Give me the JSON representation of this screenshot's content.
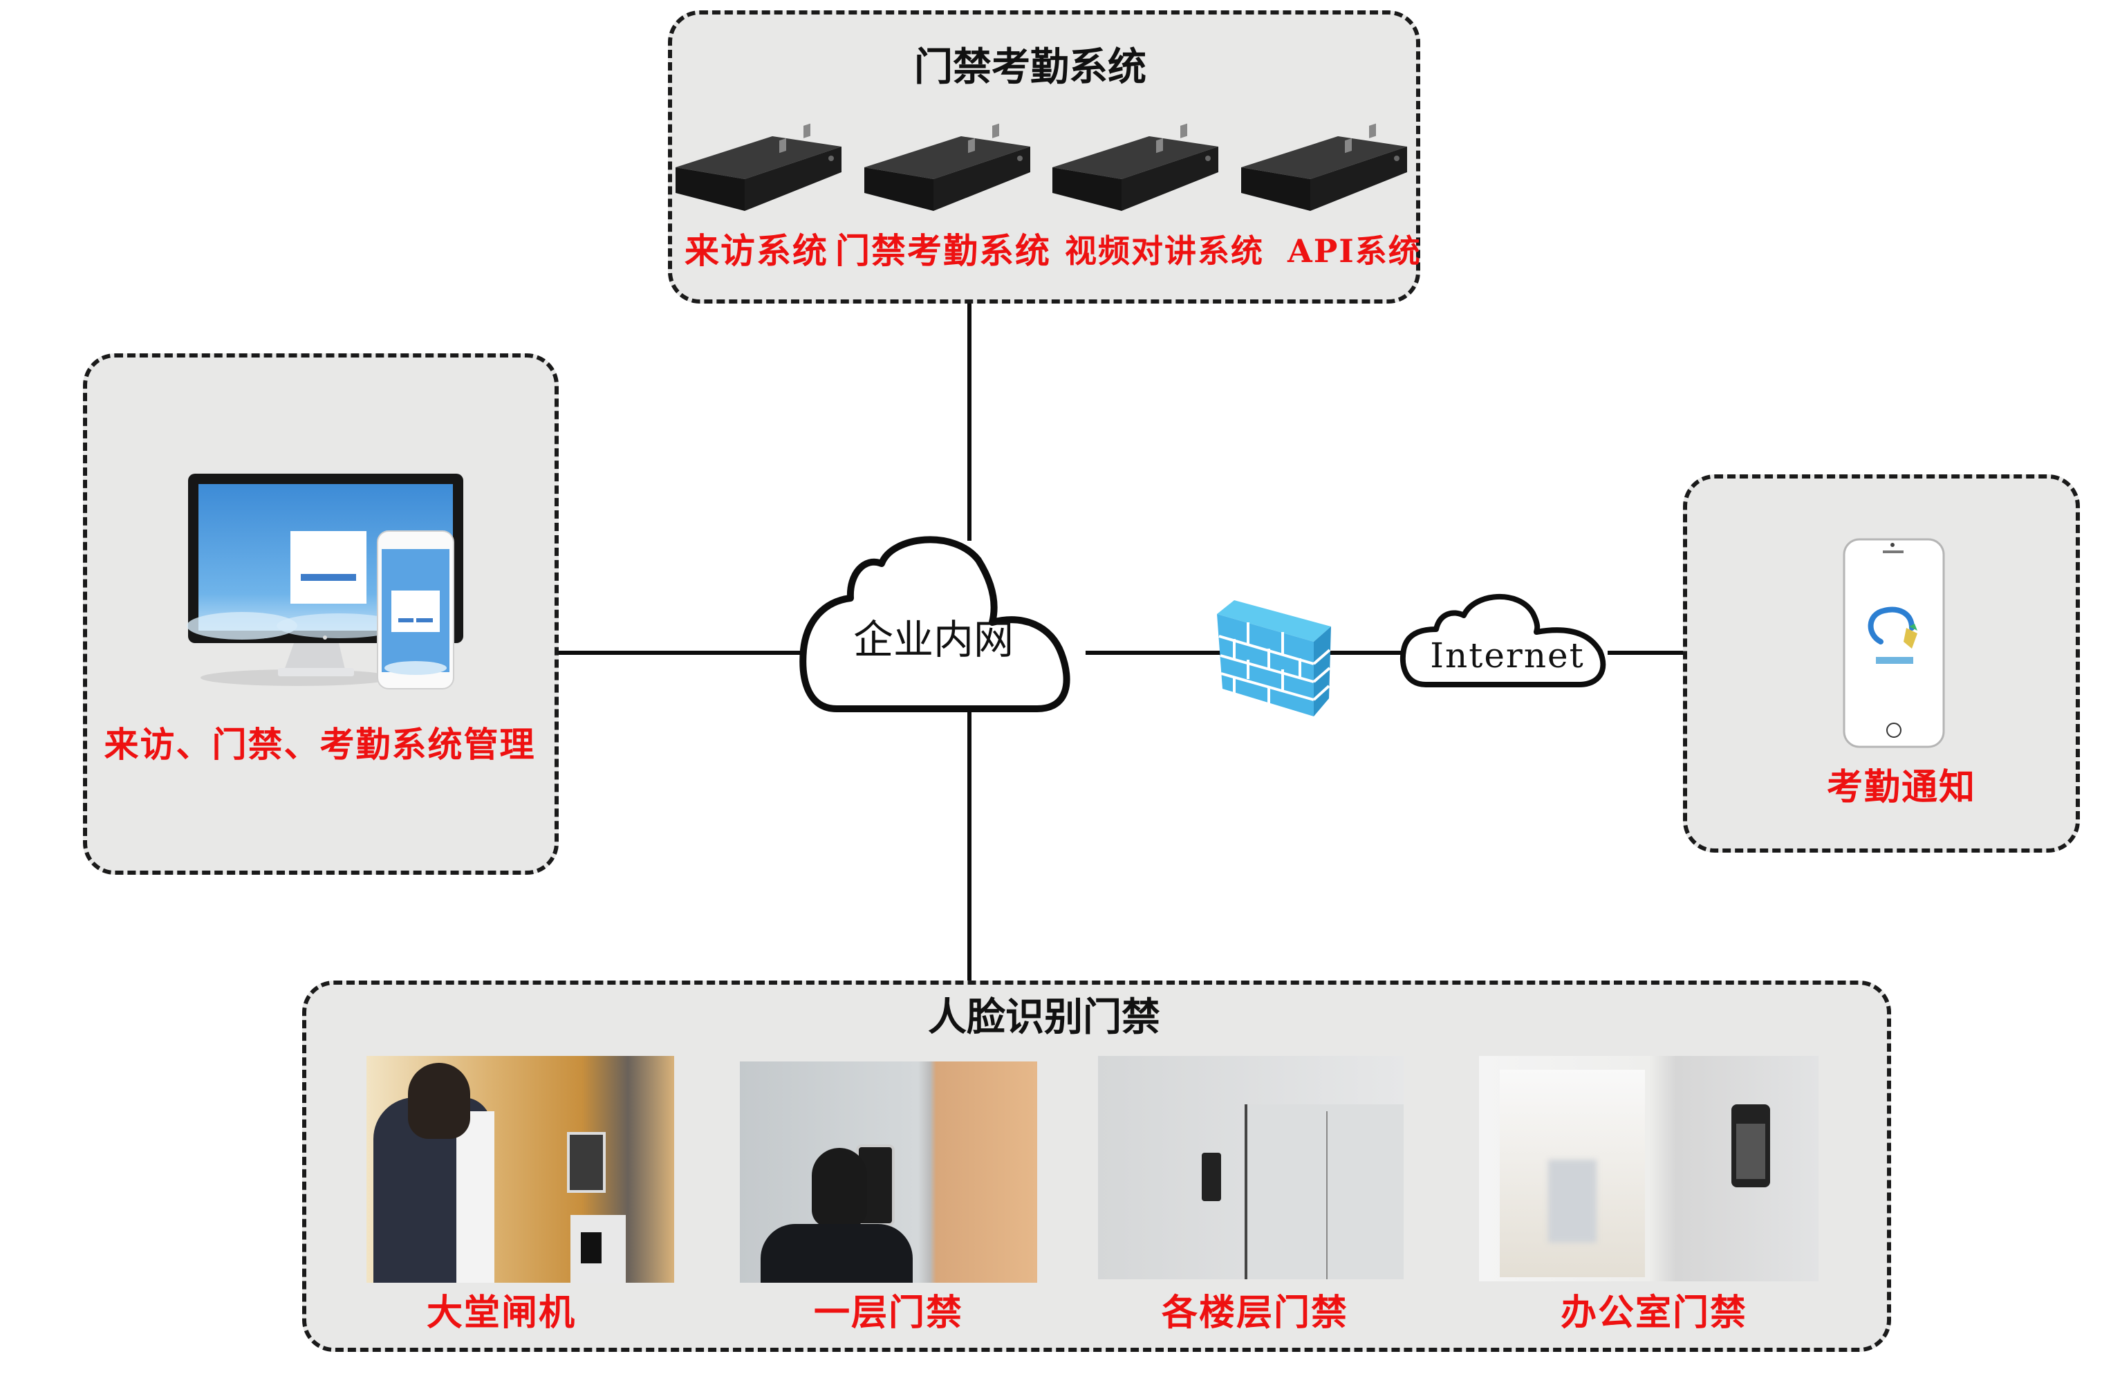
{
  "colors": {
    "panel_bg": "#e8e8e7",
    "label_red": "#ee1111",
    "line": "#0d0d0d",
    "firewall_blue": "#3fb2e6",
    "screen_blue": "#4a97db"
  },
  "top_panel": {
    "title": "门禁考勤系统",
    "devices": [
      {
        "label": "来访系统",
        "icon": "server-icon"
      },
      {
        "label": "门禁考勤系统",
        "icon": "server-icon"
      },
      {
        "label": "视频对讲系统",
        "icon": "server-icon"
      },
      {
        "label": "API系统",
        "icon": "server-icon"
      }
    ]
  },
  "left_panel": {
    "label": "来访、门禁、考勤系统管理",
    "icons": [
      "desktop-monitor-icon",
      "smartphone-icon"
    ]
  },
  "center": {
    "intranet_label": "企业内网",
    "firewall_icon": "firewall-icon",
    "internet_label": "Internet"
  },
  "right_panel": {
    "label": "考勤通知",
    "icon": "smartphone-app-icon"
  },
  "bottom_panel": {
    "title": "人脸识别门禁",
    "photos": [
      {
        "label": "大堂闸机",
        "scene": "lobby-turnstile-photo"
      },
      {
        "label": "一层门禁",
        "scene": "first-floor-access-photo"
      },
      {
        "label": "各楼层门禁",
        "scene": "floor-access-photo"
      },
      {
        "label": "办公室门禁",
        "scene": "office-access-photo"
      }
    ]
  }
}
